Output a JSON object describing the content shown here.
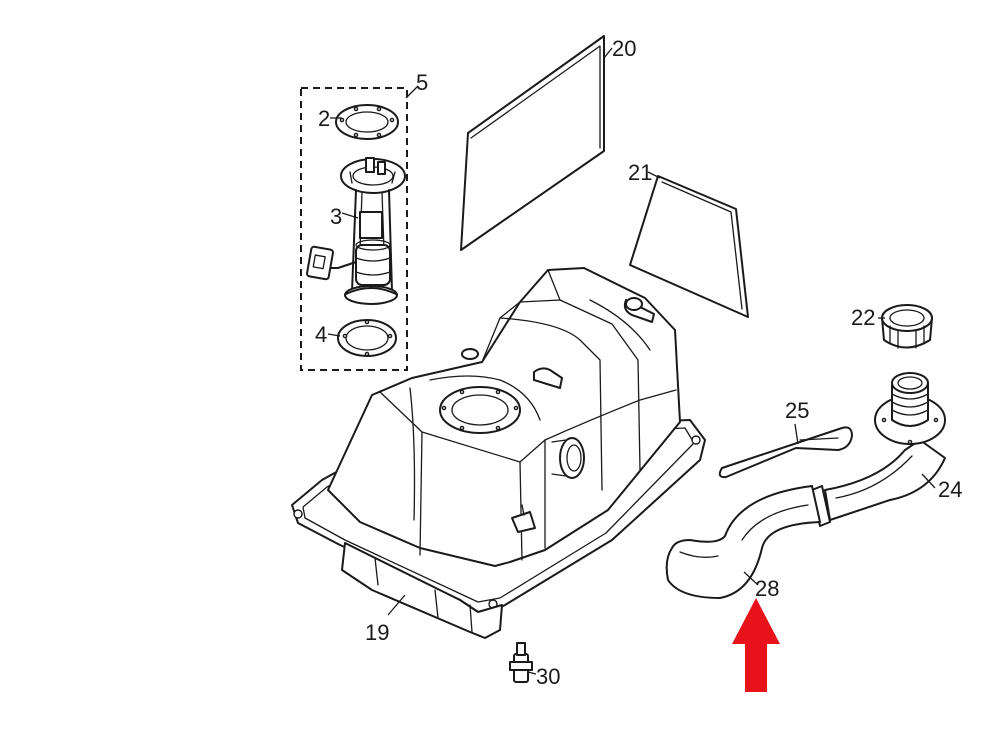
{
  "diagram": {
    "callouts": {
      "c2": "2",
      "c3": "3",
      "c4": "4",
      "c5": "5",
      "c19": "19",
      "c20": "20",
      "c21": "21",
      "c22": "22",
      "c24": "24",
      "c25": "25",
      "c28": "28",
      "c30": "30"
    },
    "colors": {
      "line": "#1a1a1a",
      "background": "#ffffff",
      "arrow": "#e8131a"
    }
  }
}
